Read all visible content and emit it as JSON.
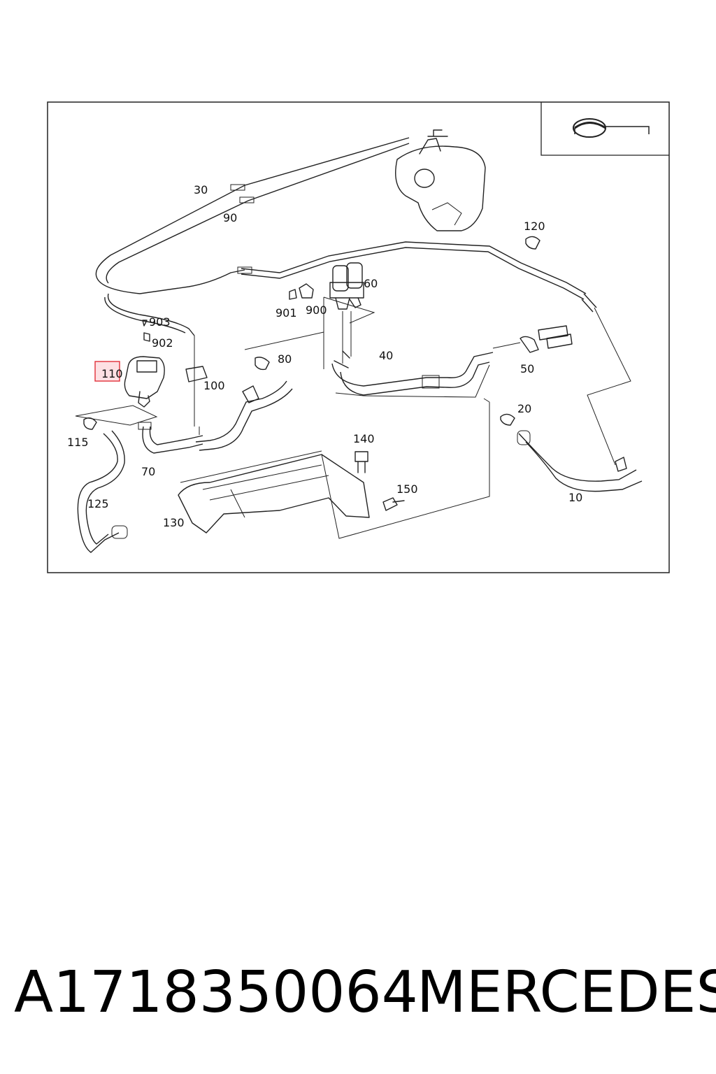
{
  "diagram": {
    "callouts": {
      "c10": "10",
      "c20": "20",
      "c30": "30",
      "c40": "40",
      "c50": "50",
      "c60": "60",
      "c70": "70",
      "c80": "80",
      "c90": "90",
      "c100": "100",
      "c110": "110",
      "c115": "115",
      "c120": "120",
      "c125": "125",
      "c130": "130",
      "c140": "140",
      "c150": "150",
      "c900": "900",
      "c901": "901",
      "c902": "902",
      "c903": "903"
    },
    "highlighted_callout": "110",
    "highlight_color": "#e0303a",
    "highlight_fill": "#fde0e3"
  },
  "caption": {
    "part_number": "A1718350064",
    "brand": "MERCEDES"
  }
}
